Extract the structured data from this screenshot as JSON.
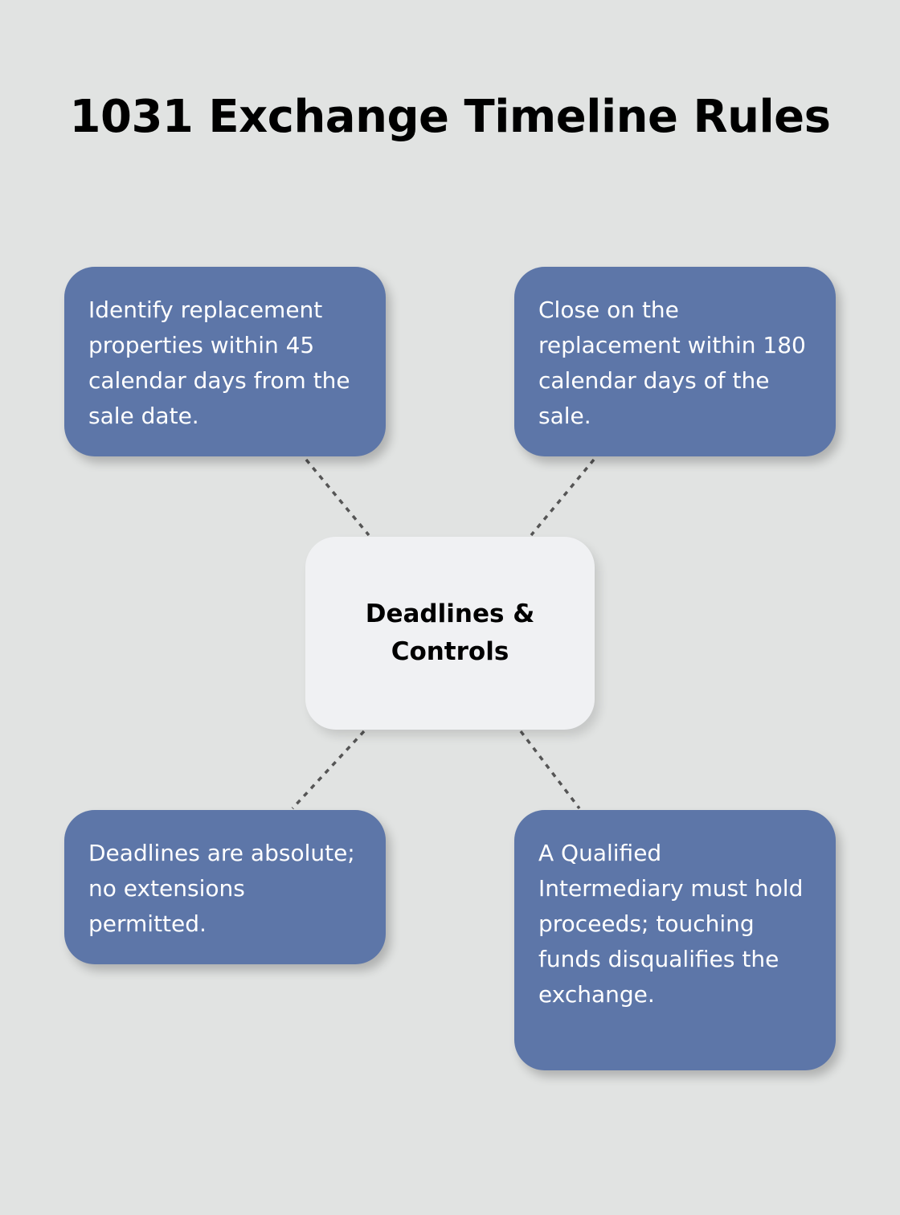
{
  "title": "1031 Exchange Timeline Rules",
  "center": {
    "label": "Deadlines & Controls"
  },
  "nodes": {
    "top_left": "Identify replacement properties within 45 calendar days from the sale date.",
    "top_right": "Close on the replacement within 180 calendar days of the sale.",
    "bottom_left": "Deadlines are absolute; no extensions permitted.",
    "bottom_right": "A Qualified Intermediary must hold proceeds; touching funds disqualifies the exchange."
  },
  "colors": {
    "background": "#e1e3e2",
    "node_fill": "#5d76a8",
    "center_fill": "#f0f1f3",
    "connector": "#555555"
  }
}
